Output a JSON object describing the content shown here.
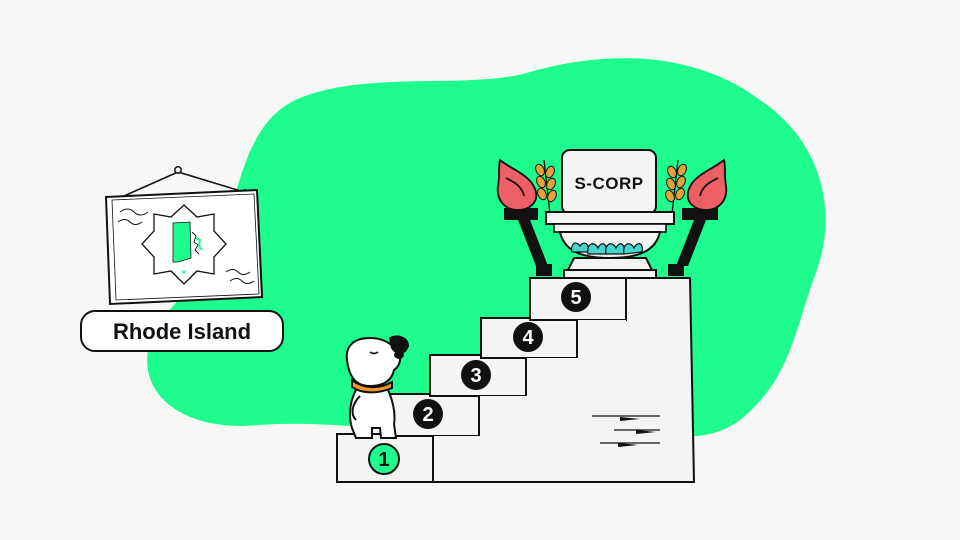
{
  "scene": {
    "state_name": "Rhode Island",
    "pedestal_label": "S-CORP",
    "steps": [
      {
        "number": "1",
        "highlighted": true
      },
      {
        "number": "2",
        "highlighted": false
      },
      {
        "number": "3",
        "highlighted": false
      },
      {
        "number": "4",
        "highlighted": false
      },
      {
        "number": "5",
        "highlighted": false
      }
    ]
  },
  "colors": {
    "background": "#f7f7f5",
    "blob_green": "#1dfc8c",
    "highlight_green": "#1dfc8c",
    "outline": "#111111",
    "flame_red": "#ec5f64",
    "wheat_orange": "#e6a23a",
    "lotus_teal": "#45d6cf",
    "collar_orange": "#f2962a",
    "stair_fill": "#f4f4f2"
  },
  "icons": [
    "rhode-island-map-icon",
    "torch-icon",
    "wheat-icon",
    "dog-mascot-icon"
  ]
}
